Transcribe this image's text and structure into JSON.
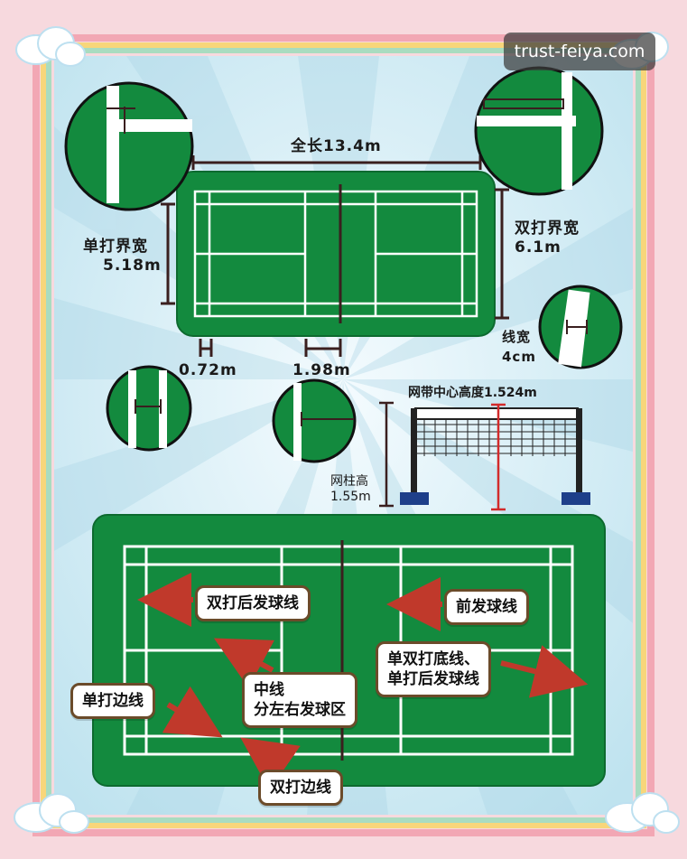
{
  "watermark": "trust-feiya.com",
  "top_court": {
    "length_label": "全长13.4m",
    "singles_width_label": [
      "单打界宽",
      "5.18m"
    ],
    "doubles_width_label": [
      "双打界宽",
      "6.1m"
    ],
    "line_width_label": [
      "线宽",
      "4cm"
    ],
    "dist_label_1": "0.72m",
    "dist_label_2": "1.98m"
  },
  "net": {
    "center_height_label": "网带中心高度1.524m",
    "post_height_label": [
      "网柱高",
      "1.55m"
    ]
  },
  "callouts": {
    "doubles_long_service": "双打后发球线",
    "short_service": "前发球线",
    "baseline": [
      "单双打底线、",
      "单打后发球线"
    ],
    "center_line": [
      "中线",
      "分左右发球区"
    ],
    "singles_sideline": "单打边线",
    "doubles_sideline": "双打边线"
  },
  "colors": {
    "court_green": "#138a3e",
    "line_white": "#ffffff",
    "panel_blue": "#cfe9f2",
    "border_pink": "#f7d9de",
    "arrow_red": "#c0392b",
    "post_blue": "#1e3f8a",
    "net_red": "#d22b2b"
  }
}
